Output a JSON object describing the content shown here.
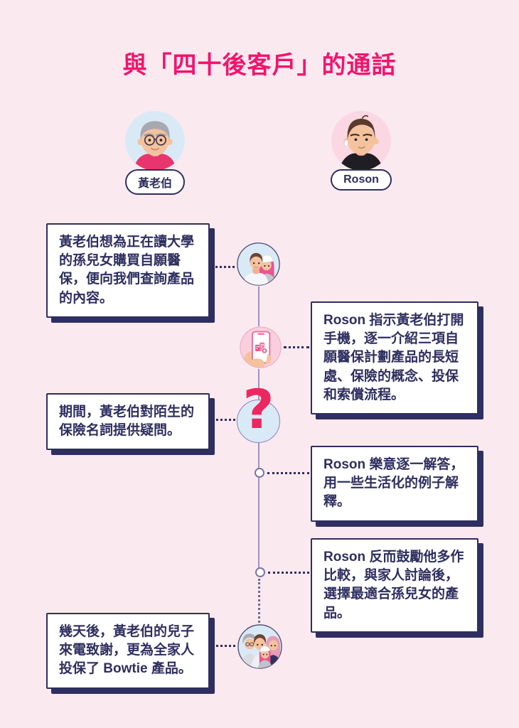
{
  "title": "與「四十後客戶」的通話",
  "colors": {
    "background": "#FBE9F0",
    "accent_pink": "#F2146C",
    "navy": "#2E2E60",
    "light_blue_circle": "#D9EAF6",
    "soft_pink_circle": "#F8D0DD",
    "timeline_purple": "#9D93C4",
    "question_mark_pink": "#EE2660"
  },
  "participants": [
    {
      "name": "黃老伯",
      "avatar": "elder-man-illustration"
    },
    {
      "name": "Roson",
      "avatar": "young-agent-illustration"
    }
  ],
  "timeline": {
    "question_mark": "?",
    "icons": [
      "couple-icon",
      "phone-medical-app-icon",
      "question-mark-icon",
      "family-icon"
    ]
  },
  "steps": [
    {
      "speaker": "黃老伯",
      "side": "left",
      "text": "黃老伯想為正在讀大學的孫兒女購買自願醫保，便向我們查詢產品的內容。"
    },
    {
      "speaker": "Roson",
      "side": "right",
      "text": "Roson 指示黃老伯打開手機，逐一介紹三項自願醫保計劃產品的長短處、保險的概念、投保和索償流程。"
    },
    {
      "speaker": "黃老伯",
      "side": "left",
      "text": "期間，黃老伯對陌生的保險名詞提供疑問。"
    },
    {
      "speaker": "Roson",
      "side": "right",
      "text": "Roson 樂意逐一解答，用一些生活化的例子解釋。"
    },
    {
      "speaker": "Roson",
      "side": "right",
      "text": "Roson 反而鼓勵他多作比較，與家人討論後，選擇最適合孫兒女的產品。"
    },
    {
      "speaker": "黃老伯",
      "side": "left",
      "text": "幾天後，黃老伯的兒子來電致謝，更為全家人投保了 Bowtie 產品。"
    }
  ]
}
